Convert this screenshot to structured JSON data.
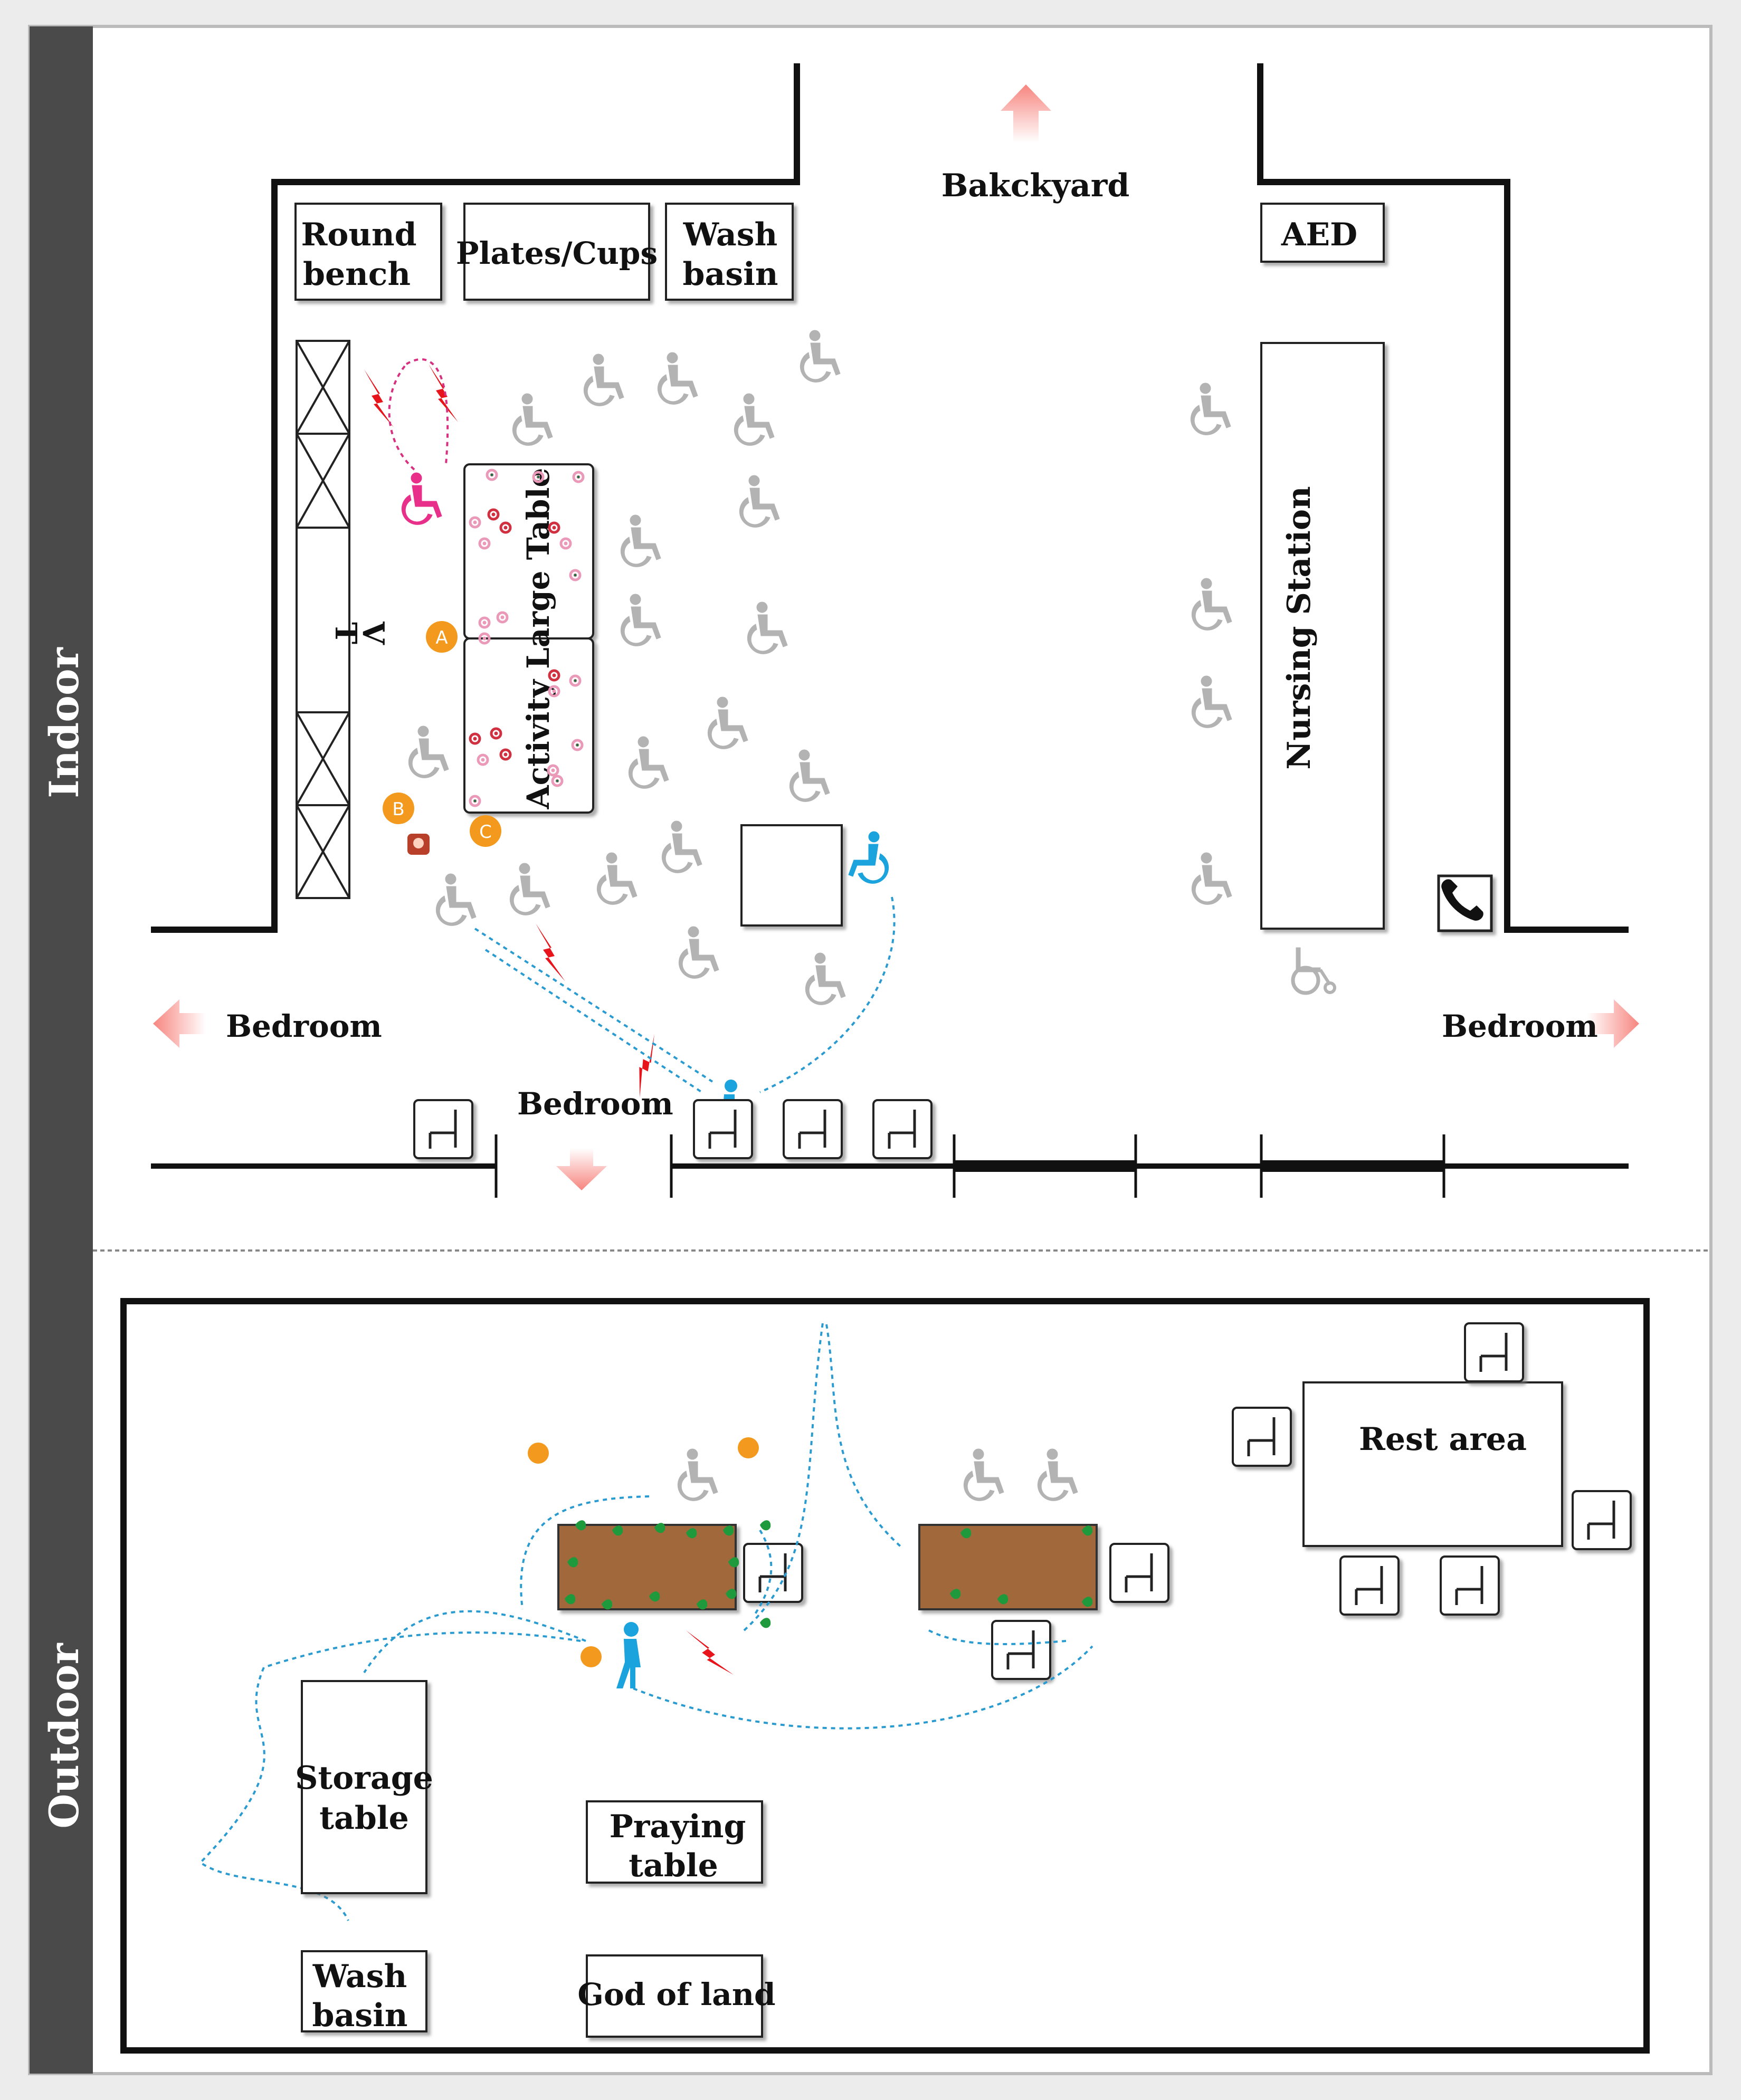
{
  "sections": {
    "indoor": "Indoor",
    "outdoor": "Outdoor"
  },
  "indoor": {
    "round_bench": [
      "Round",
      "bench"
    ],
    "plates_cups": "Plates/Cups",
    "wash_basin": [
      "Wash",
      "basin"
    ],
    "backyard": "Bakckyard",
    "aed": "AED",
    "tv": [
      "T",
      "V"
    ],
    "activity_table": "Activity Large Table",
    "nursing_station": "Nursing Station",
    "bedroom_left": "Bedroom",
    "bedroom_right": "Bedroom",
    "bedroom_bottom": "Bedroom",
    "markers": [
      "A",
      "B",
      "C"
    ]
  },
  "outdoor": {
    "rest_area": "Rest area",
    "storage_table": [
      "Storage",
      "table"
    ],
    "praying_table": [
      "Praying",
      "table"
    ],
    "wash_basin": [
      "Wash",
      "basin"
    ],
    "god_of_land": "God of land"
  },
  "colors": {
    "wall": "#111111",
    "wheelchair_gray": "#b3b3b3",
    "wheelchair_pink": "#e8308a",
    "wheelchair_blue": "#1aa3dc",
    "lightning_red": "#e8141b",
    "marker_orange": "#f39a1e",
    "path_blue": "#2a9bd0",
    "path_pink": "#d83080",
    "planter_brown": "#a0683a",
    "leaf_green": "#1e9a3c",
    "arrow_pink": "#f7857f",
    "sidebar_gray": "#4a4a4a"
  }
}
